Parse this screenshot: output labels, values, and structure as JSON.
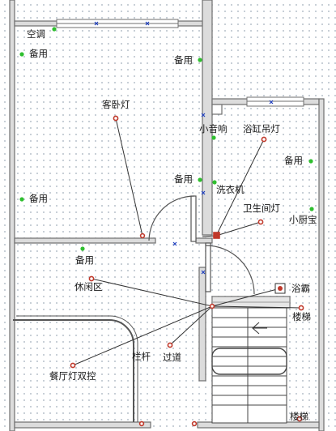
{
  "labels": {
    "ac": "空调",
    "spare_tl": "备用",
    "spare_tr": "备用",
    "guest_light": "客卧灯",
    "spare_ml": "备用",
    "spare_mr": "备用",
    "small_speaker": "小音响",
    "bath_light": "浴缸吊灯",
    "spare_bath": "备用",
    "washer": "洗衣机",
    "wc_light": "卫生间灯",
    "small_kitchen": "小厨宝",
    "spare_lower": "备用",
    "lounge": "休闲区",
    "yuba": "浴霸",
    "stair_upper": "楼梯",
    "railing": "栏杆",
    "corridor": "过道",
    "dining_switch": "餐厅灯双控",
    "stair_lower": "楼梯"
  },
  "colors": {
    "wall": "#6f6f6f",
    "wire": "#333333",
    "socket": "#2fbf2f",
    "light": "#c0392b",
    "switch_mark": "#1f3fbf"
  }
}
